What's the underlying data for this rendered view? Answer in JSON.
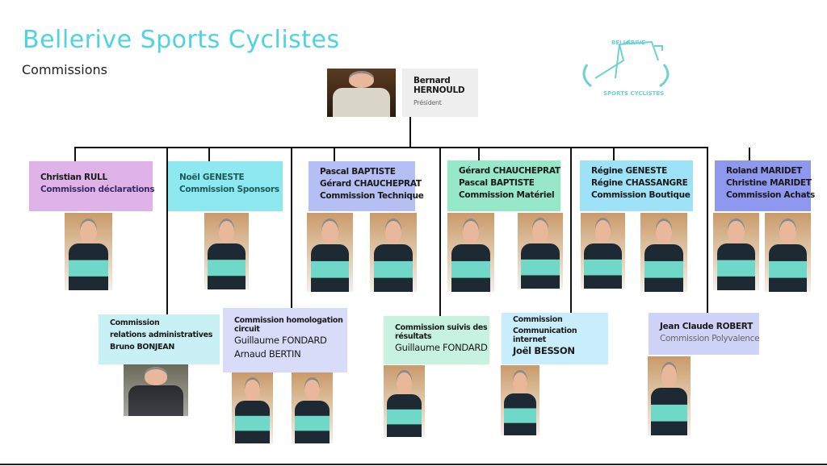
{
  "header": {
    "title": "Bellerive Sports Cyclistes",
    "subtitle": "Commissions"
  },
  "logo": {
    "top": "BELLERIVE",
    "bottom": "SPORTS CYCLISTES",
    "color": "#6fd0d8"
  },
  "president": {
    "first": "Bernard",
    "last": "HERNOULD",
    "role": "Président"
  },
  "top_row": [
    {
      "names": [
        "Christian RULL"
      ],
      "commission": "Commission déclarations",
      "color": "#e0b3e8"
    },
    {
      "names": [
        "Noël GENESTE"
      ],
      "commission": "Commission Sponsors",
      "color": "#8de9ef"
    },
    {
      "names": [
        "Pascal BAPTISTE",
        "Gérard CHAUCHEPRAT"
      ],
      "commission": "Commission Technique",
      "color": "#b6bff4"
    },
    {
      "names": [
        "Gérard CHAUCHEPRAT",
        "Pascal BAPTISTE"
      ],
      "commission": "Commission  Matériel",
      "color": "#97e8c9"
    },
    {
      "names": [
        "Régine GENESTE",
        "Régine CHASSANGRE"
      ],
      "commission": "Commission Boutique",
      "color": "#9ee2f8"
    },
    {
      "names": [
        "Roland MARIDET",
        "Christine MARIDET"
      ],
      "commission": "Commission Achats",
      "color": "#8f98ef"
    }
  ],
  "bottom_row": [
    {
      "commission_lines": [
        "Commission",
        "relations administratives"
      ],
      "names": [
        "Bruno BONJEAN"
      ],
      "color": "#c8f0f5"
    },
    {
      "commission_lines": [
        "Commission homologation",
        "circuit"
      ],
      "names": [
        "Guillaume FONDARD",
        "Arnaud BERTIN"
      ],
      "color": "#d8dcf8"
    },
    {
      "commission_lines": [
        "Commission suivis des",
        "résultats"
      ],
      "names": [
        "Guillaume FONDARD"
      ],
      "color": "#c8f2e0"
    },
    {
      "commission_lines": [
        "Commission",
        "Communication",
        "internet"
      ],
      "names": [
        "Joël BESSON"
      ],
      "color": "#c8eefb"
    },
    {
      "names": [
        "Jean Claude ROBERT"
      ],
      "commission": "Commission Polyvalence",
      "color": "#d0d3f8"
    }
  ]
}
